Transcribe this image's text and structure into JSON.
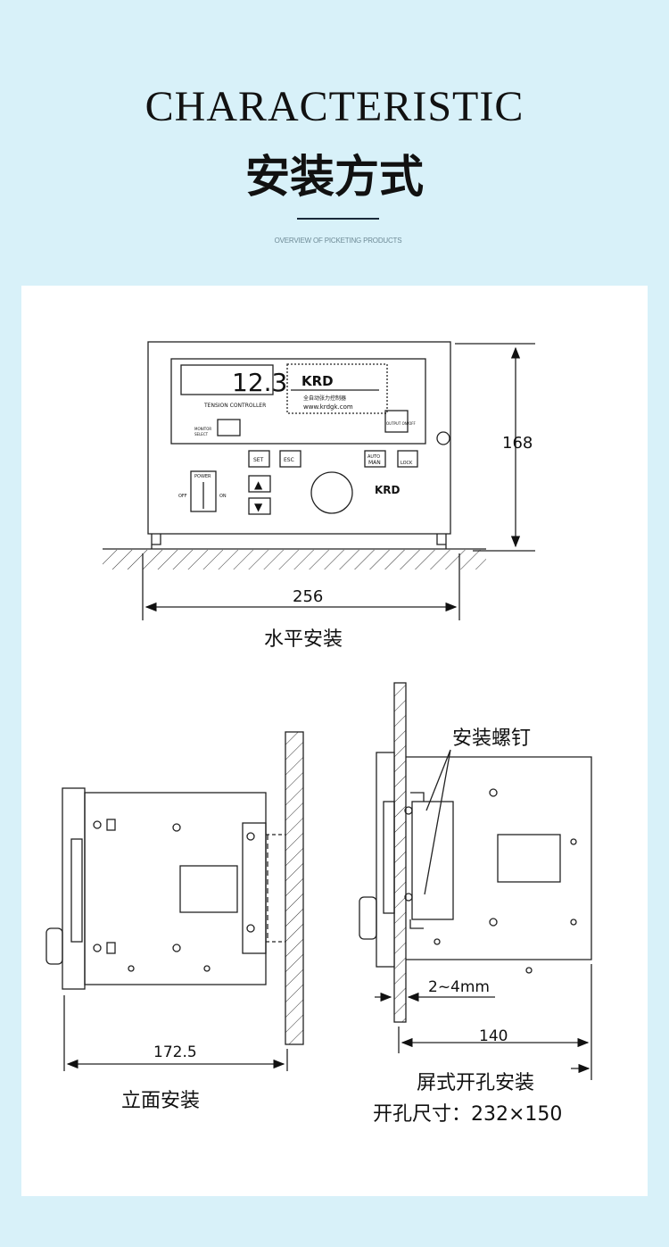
{
  "header": {
    "title": "CHARACTERISTIC",
    "subtitle": "安装方式",
    "tagline": "OVERVIEW OF PICKETING PRODUCTS"
  },
  "controller": {
    "display_value": "12.3",
    "label": "TENSION CONTROLLER",
    "brand": "KRD",
    "brand_cn": "全自动张力控制器",
    "website": "www.krdgk.com",
    "monitor": "MONITOR",
    "select": "SELECT",
    "power": "POWER",
    "off": "OFF",
    "on": "ON",
    "set": "SET",
    "esc": "ESC",
    "auto": "AUTO",
    "man": "MAN",
    "lock": "LOCK",
    "output": "OUTPUT ON/OFF"
  },
  "horizontal": {
    "height_dim": "168",
    "width_dim": "256",
    "label": "水平安装"
  },
  "vertical": {
    "depth_dim": "172.5",
    "label": "立面安装"
  },
  "panel_mount": {
    "screw_label": "安装螺钉",
    "thickness": "2~4mm",
    "depth_dim": "140",
    "label": "屏式开孔安装",
    "cutout": "开孔尺寸：232×150"
  }
}
